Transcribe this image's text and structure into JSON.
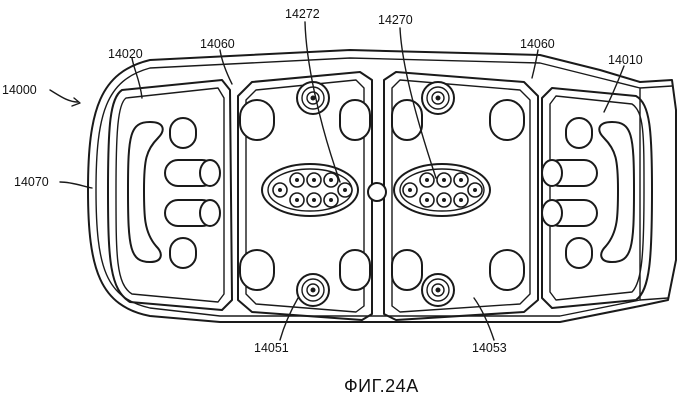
{
  "figure": {
    "caption": "ФИГ.24A",
    "labels": {
      "device": "14000",
      "left_chamber": "14020",
      "right_chamber": "14010",
      "left_band": "14060",
      "right_band": "14060",
      "outer_edge": "14070",
      "left_center": "14272",
      "right_center": "14270",
      "bottom_left": "14051",
      "bottom_right": "14053"
    }
  }
}
